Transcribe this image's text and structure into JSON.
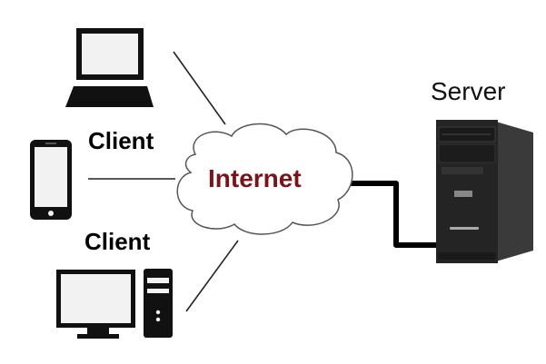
{
  "diagram": {
    "nodes": {
      "client_top_label": "Client",
      "client_bottom_label": "Client",
      "internet_label": "Internet",
      "server_label": "Server"
    },
    "icons": {
      "laptop": "laptop-icon",
      "phone": "smartphone-icon",
      "desktop": "desktop-computer-icon",
      "server": "server-tower-icon",
      "cloud": "cloud-icon"
    },
    "colors": {
      "internet_text": "#7a1419",
      "icon_fill": "#111111",
      "screen_fill": "#f2f2f2",
      "server_body": "#2a2a2a"
    }
  }
}
